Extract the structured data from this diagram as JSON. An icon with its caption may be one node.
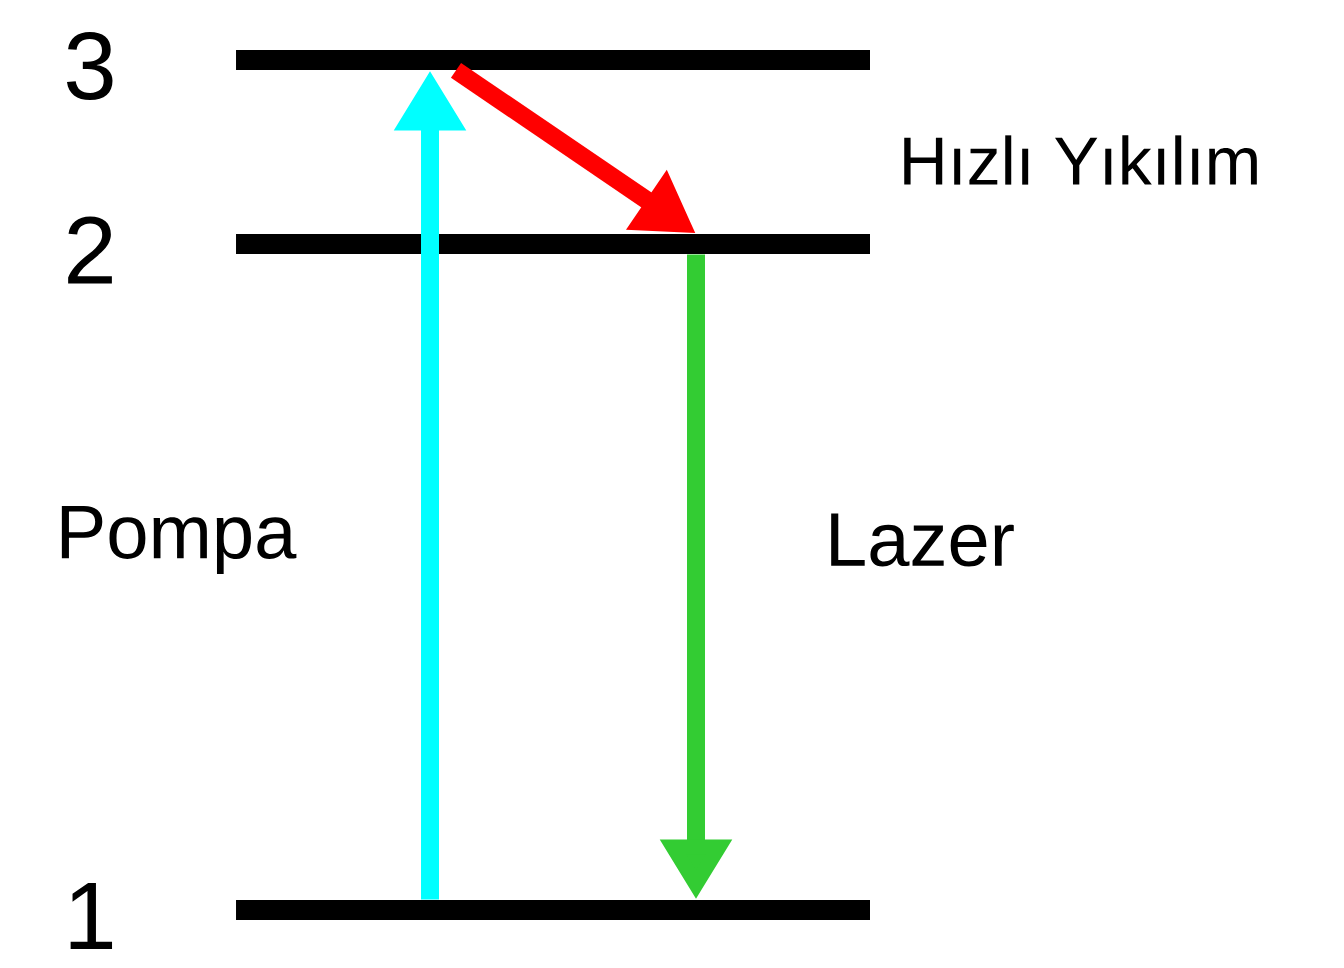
{
  "diagram": {
    "nodes": [
      {
        "text": [],
        "shape": "bar",
        "beside": [
          "3"
        ]
      },
      {
        "text": [],
        "shape": "bar",
        "beside": [
          "2"
        ]
      },
      {
        "text": [],
        "shape": "bar",
        "beside": [
          "1"
        ]
      }
    ],
    "edges": [
      {
        "from": 2,
        "to": 0,
        "arrow": "to",
        "label": "Pompa",
        "color": "#00ffff"
      },
      {
        "from": 0,
        "to": 1,
        "arrow": "to",
        "label": "Hızlı Yıkılım",
        "color": "#ff0000"
      },
      {
        "from": 1,
        "to": 2,
        "arrow": "to",
        "label": "Lazer",
        "color": "#33cc33"
      }
    ]
  }
}
